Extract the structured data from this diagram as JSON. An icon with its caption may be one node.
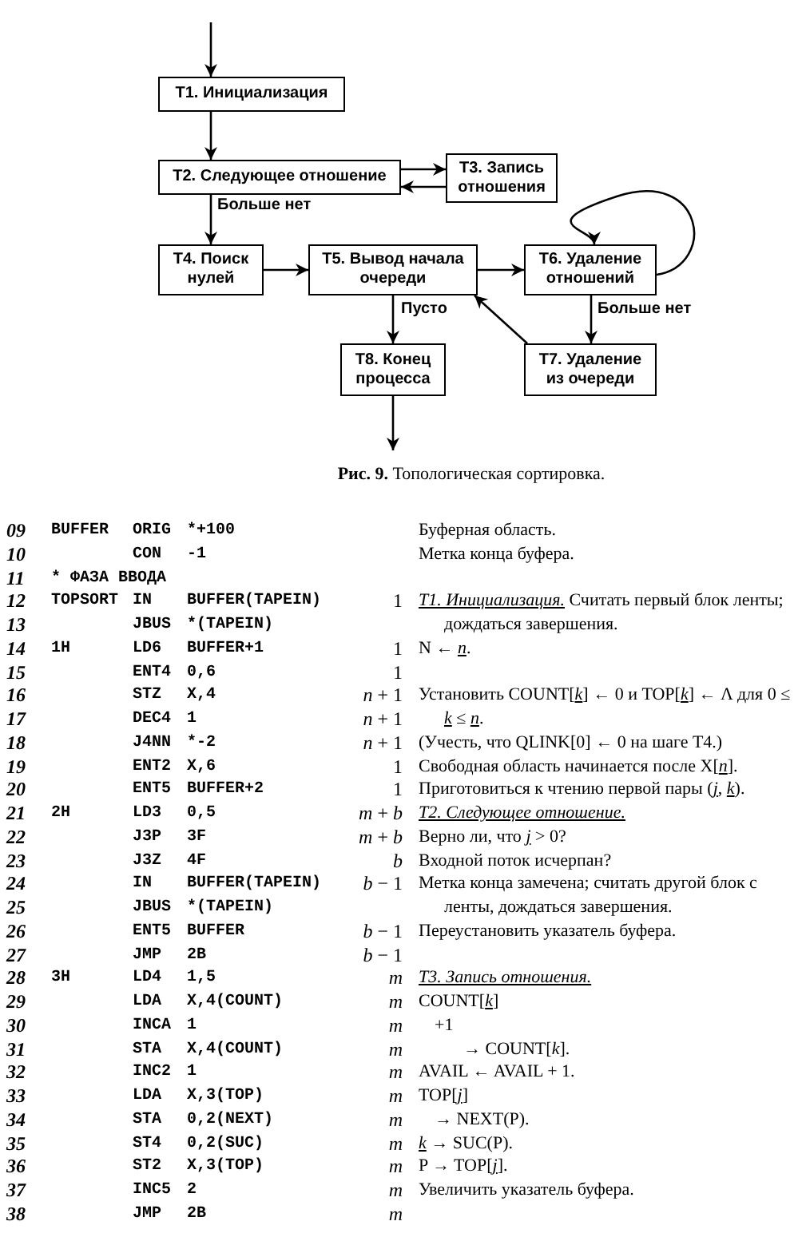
{
  "diagram": {
    "caption": "**Рис. 9.** Топологическая сортировка.",
    "nodes": [
      {
        "text": [
          "T1. Инициализация"
        ]
      },
      {
        "text": [
          "T2. Следующее отношение"
        ]
      },
      {
        "text": [
          "T3. Запись отношения"
        ]
      },
      {
        "text": [
          "T4. Поиск нулей"
        ]
      },
      {
        "text": [
          "T5. Вывод начала очереди"
        ]
      },
      {
        "text": [
          "T6. Удаление отношений"
        ]
      },
      {
        "text": [
          "T7. Удаление из очереди"
        ]
      },
      {
        "text": [
          "T8. Конец процесса"
        ]
      }
    ],
    "edges": [
      {
        "from": null,
        "to": 0,
        "arrow": "to"
      },
      {
        "from": 0,
        "to": 1,
        "arrow": "to"
      },
      {
        "from": 1,
        "to": 2,
        "arrow": "to"
      },
      {
        "from": 2,
        "to": 1,
        "arrow": "to"
      },
      {
        "from": 1,
        "to": 3,
        "arrow": "to",
        "label": "Больше нет"
      },
      {
        "from": 3,
        "to": 4,
        "arrow": "to"
      },
      {
        "from": 4,
        "to": 5,
        "arrow": "to"
      },
      {
        "from": 5,
        "to": 5,
        "arrow": "to"
      },
      {
        "from": 5,
        "to": 6,
        "arrow": "to",
        "label": "Больше нет"
      },
      {
        "from": 6,
        "to": 4,
        "arrow": "to"
      },
      {
        "from": 4,
        "to": 7,
        "arrow": "to",
        "label": "Пусто"
      },
      {
        "from": 7,
        "to": null,
        "arrow": "to"
      }
    ],
    "labels": [
      "09",
      "BUFFER",
      "ORIG",
      "*+100",
      "Буферная область.",
      "10",
      "CON",
      "-1",
      "Метка конца буфера.",
      "11",
      "* ФАЗА ВВОДА",
      "12",
      "TOPSORT",
      "IN",
      "BUFFER(TAPEIN)",
      "1",
      "*T1. Инициализация.* Считать первый блок ленты; дождаться завершения.",
      "13",
      "JBUS",
      "*(TAPEIN)",
      "14",
      "1H",
      "LD6",
      "BUFFER+1",
      "1",
      "N ← *n*.",
      "15",
      "ENT4",
      "0,6",
      "1",
      "16",
      "STZ",
      "X,4",
      "*n* + 1",
      "Установить COUNT[*k*] ← 0 и TOP[*k*] ← Λ для 0 ≤ *k* ≤ *n*.",
      "17",
      "DEC4",
      "1",
      "*n* + 1",
      "18",
      "J4NN",
      "*-2",
      "*n* + 1",
      "(Учесть, что QLINK[0] ← 0 на шаге T4.)",
      "19",
      "ENT2",
      "X,6",
      "1",
      "Свободная область начинается после X[*n*].",
      "20",
      "ENT5",
      "BUFFER+2",
      "1",
      "Приготовиться к чтению первой пары (*j*, *k*).",
      "21",
      "2H",
      "LD3",
      "0,5",
      "*m* + *b*",
      "T2. Следующее отношение.",
      "22",
      "J3P",
      "3F",
      "*m* + *b*",
      "Верно ли, что *j* > 0?",
      "23",
      "J3Z",
      "4F",
      "*b*",
      "Входной поток исчерпан?",
      "24",
      "IN",
      "BUFFER(TAPEIN)",
      "*b* − 1",
      "Метка конца замечена; считать другой блок с ленты, дождаться завершения.",
      "25",
      "JBUS",
      "*(TAPEIN)",
      "26",
      "ENT5",
      "BUFFER",
      "*b* − 1",
      "Переустановить указатель буфера.",
      "27",
      "JMP",
      "2B",
      "*b* − 1",
      "28",
      "3H",
      "LD4",
      "1,5",
      "*m*",
      "T3. Запись отношения.",
      "29",
      "LDA",
      "X,4(COUNT)",
      "*m*",
      "COUNT[*k*]",
      "30",
      "INCA",
      "1",
      "*m*",
      "+1",
      "31",
      "STA",
      "X,4(COUNT)",
      "*m*",
      "→ COUNT[*k*].",
      "32",
      "INC2",
      "1",
      "*m*",
      "AVAIL ← AVAIL + 1.",
      "33",
      "LDA",
      "X,3(TOP)",
      "*m*",
      "TOP[*j*]",
      "34",
      "STA",
      "0,2(NEXT)",
      "*m*",
      "→ NEXT(P).",
      "35",
      "ST4",
      "0,2(SUC)",
      "*m*",
      "*k* → SUC(P).",
      "36",
      "ST2",
      "X,3(TOP)",
      "*m*",
      "P → TOP[*j*].",
      "37",
      "INC5",
      "2",
      "*m*",
      "Увеличить указатель буфера.",
      "38",
      "JMP",
      "2B",
      "*m*"
    ]
  }
}
